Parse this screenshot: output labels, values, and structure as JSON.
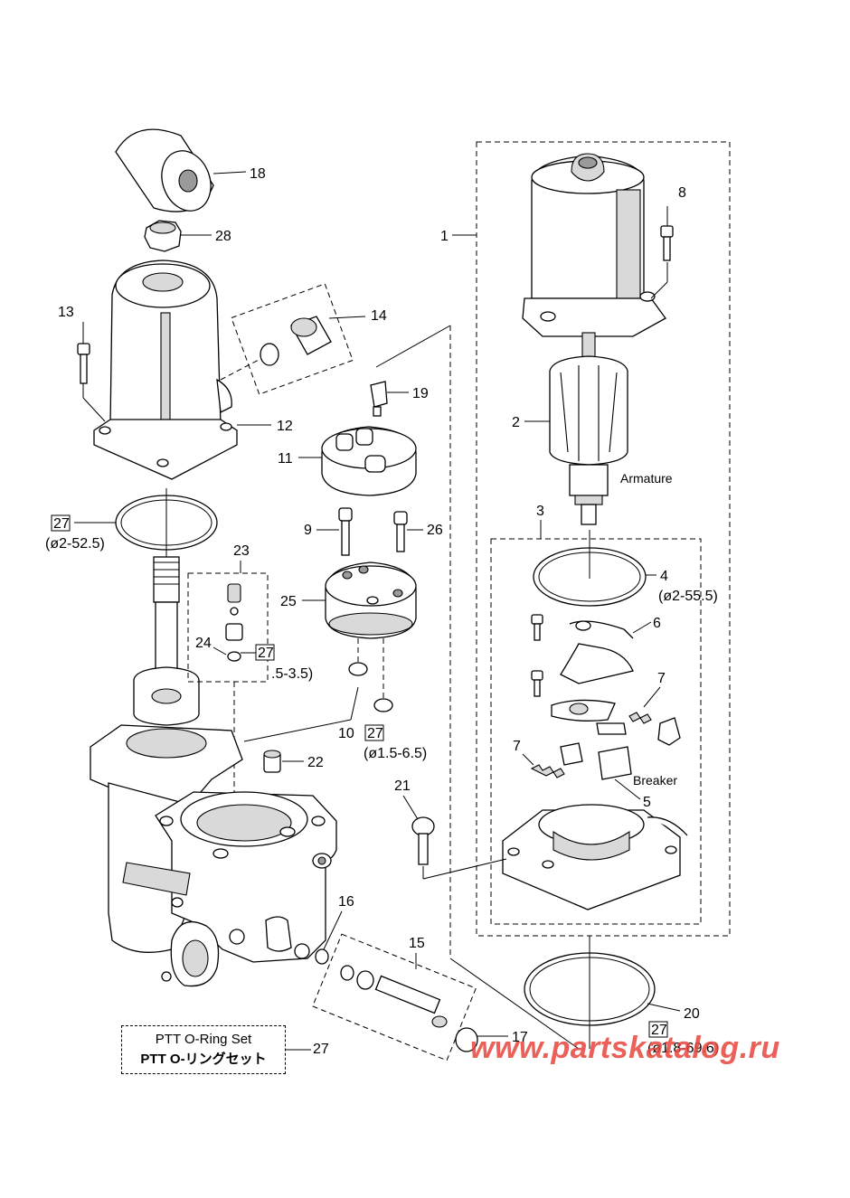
{
  "parts": {
    "p1": "1",
    "p2": "2",
    "p3": "3",
    "p4": "4",
    "p5": "5",
    "p6": "6",
    "p7a": "7",
    "p7b": "7",
    "p8": "8",
    "p9": "9",
    "p10": "10",
    "p11": "11",
    "p12": "12",
    "p13": "13",
    "p14": "14",
    "p15": "15",
    "p16": "16",
    "p17": "17",
    "p18": "18",
    "p19": "19",
    "p20": "20",
    "p21": "21",
    "p22": "22",
    "p23": "23",
    "p24": "24",
    "p25": "25",
    "p26": "26",
    "p28": "28"
  },
  "labels": {
    "armature": "Armature",
    "breaker": "Breaker"
  },
  "oring_refs": {
    "ref_a": {
      "num": "27",
      "size": "(ø2-52.5)"
    },
    "ref_b": {
      "num": "27",
      "size": ".5-3.5)"
    },
    "ref_c": {
      "num": "27",
      "size": "(ø1.5-6.5)"
    },
    "ref_d": {
      "num": "27",
      "size": "(ø1.8-69.6)"
    },
    "ref_e_size": "(ø2-55.5)"
  },
  "legend": {
    "line1": "PTT O-Ring Set",
    "line2": "PTT O-リングセット",
    "num": "27"
  },
  "watermark": "www.partskatalog.ru"
}
